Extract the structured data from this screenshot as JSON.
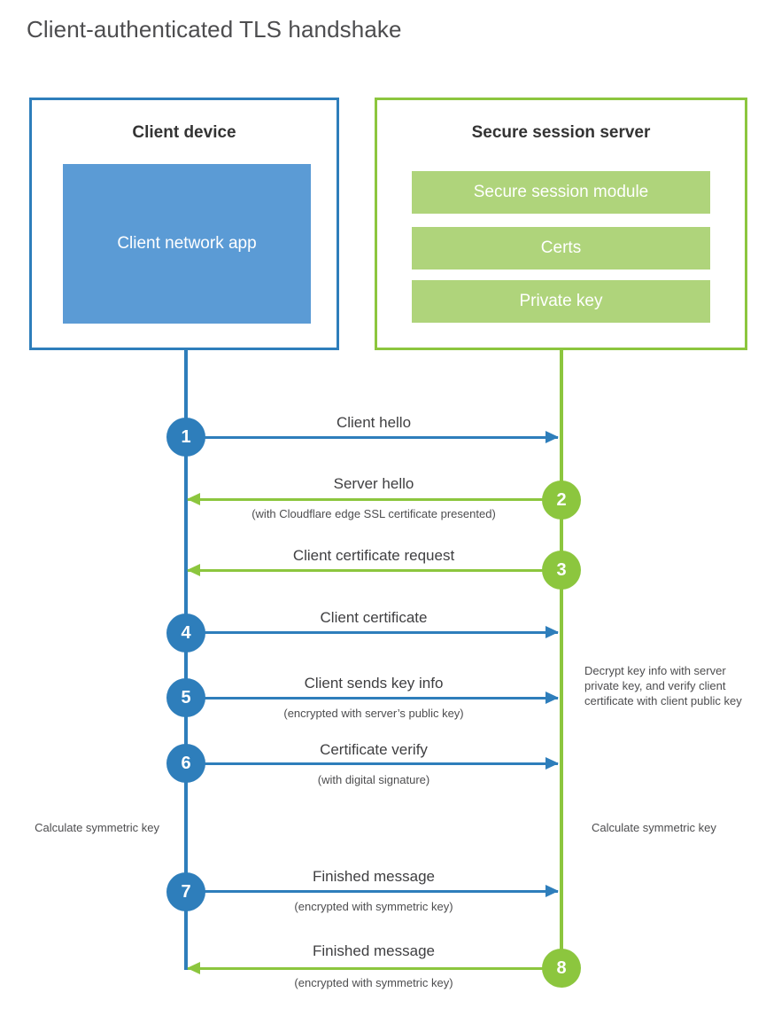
{
  "page": {
    "title": "Client-authenticated TLS handshake",
    "colors": {
      "client_blue": "#2E7EBB",
      "client_app_fill": "#5B9BD5",
      "server_green": "#8CC63E",
      "server_bar_fill": "#AFD47B",
      "text": "#4d4d4f",
      "background": "#ffffff"
    }
  },
  "entities": {
    "client": {
      "title": "Client device",
      "components": [
        {
          "label": "Client network app"
        }
      ]
    },
    "server": {
      "title": "Secure session server",
      "components": [
        {
          "label": "Secure session module"
        },
        {
          "label": "Certs"
        },
        {
          "label": "Private key"
        }
      ]
    }
  },
  "steps": [
    {
      "number": "1",
      "from": "client",
      "to": "server",
      "direction": "right",
      "label": "Client hello",
      "sublabel": ""
    },
    {
      "number": "2",
      "from": "server",
      "to": "client",
      "direction": "left",
      "label": "Server hello",
      "sublabel": "(with Cloudflare edge SSL certificate presented)"
    },
    {
      "number": "3",
      "from": "server",
      "to": "client",
      "direction": "left",
      "label": "Client certificate request",
      "sublabel": ""
    },
    {
      "number": "4",
      "from": "client",
      "to": "server",
      "direction": "right",
      "label": "Client certificate",
      "sublabel": ""
    },
    {
      "number": "5",
      "from": "client",
      "to": "server",
      "direction": "right",
      "label": "Client sends key info",
      "sublabel": "(encrypted with server’s public key)"
    },
    {
      "number": "6",
      "from": "client",
      "to": "server",
      "direction": "right",
      "label": "Certificate verify",
      "sublabel": "(with digital signature)"
    },
    {
      "number": "7",
      "from": "client",
      "to": "server",
      "direction": "right",
      "label": "Finished message",
      "sublabel": "(encrypted with symmetric key)"
    },
    {
      "number": "8",
      "from": "server",
      "to": "client",
      "direction": "left",
      "label": "Finished message",
      "sublabel": "(encrypted with symmetric key)"
    }
  ],
  "notes": {
    "server_decrypt": "Decrypt key info with server private key, and verify client certificate with client public key",
    "client_calculate": "Calculate symmetric key",
    "server_calculate": "Calculate symmetric key"
  }
}
